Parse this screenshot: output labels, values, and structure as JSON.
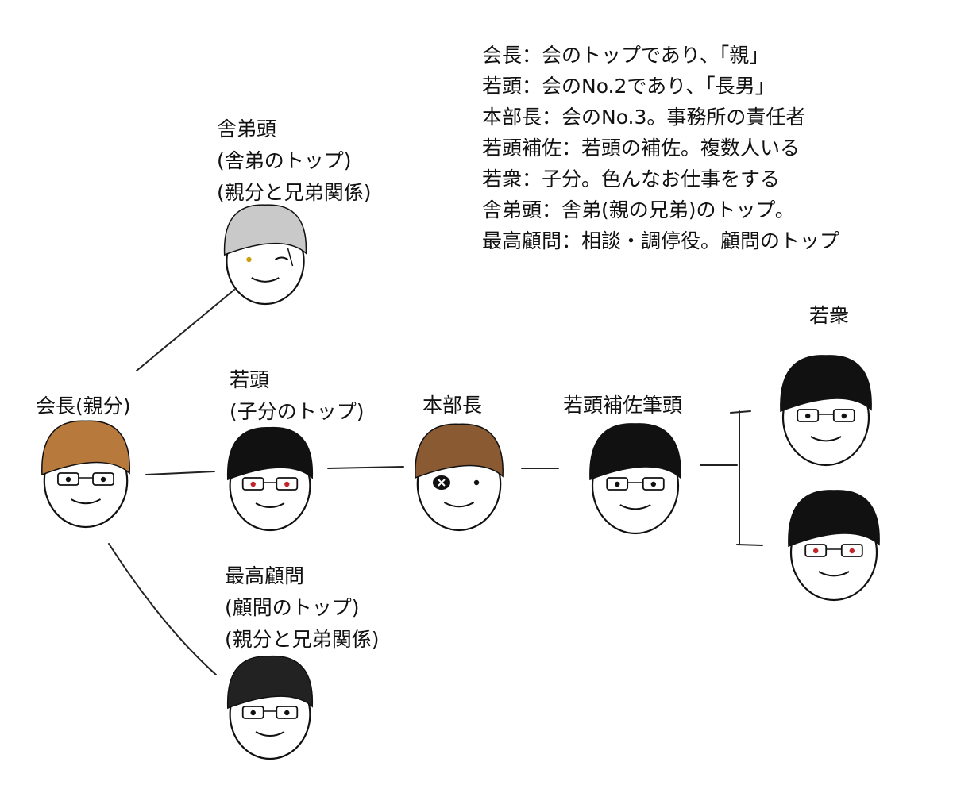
{
  "legend": [
    "会長：会のトップであり、「親」",
    "若頭：会のNo.2であり、「長男」",
    "本部長：会のNo.3。事務所の責任者",
    "若頭補佐：若頭の補佐。複数人いる",
    "若衆：子分。色んなお仕事をする",
    "舎弟頭：舎弟(親の兄弟)のトップ。",
    "最高顧問：相談・調停役。顧問のトップ"
  ],
  "nodes": {
    "kaicho": {
      "lines": [
        "会長(親分)"
      ],
      "hair": "#b8793d",
      "face": "glasses"
    },
    "shateigashira": {
      "lines": [
        "舎弟頭",
        "(舎弟のトップ)",
        "(親分と兄弟関係)"
      ],
      "hair": "#c9c9c9",
      "face": "scar"
    },
    "wakagashira": {
      "lines": [
        "若頭",
        "(子分のトップ)"
      ],
      "hair": "#111111",
      "face": "glasses-red"
    },
    "honbucho": {
      "lines": [
        "本部長"
      ],
      "hair": "#8a5a33",
      "face": "eyepatch"
    },
    "hosa": {
      "lines": [
        "若頭補佐筆頭"
      ],
      "hair": "#111111",
      "face": "glasses"
    },
    "komon": {
      "lines": [
        "最高顧問",
        "(顧問のトップ)",
        "(親分と兄弟関係)"
      ],
      "hair": "#222222",
      "face": "glasses"
    },
    "wakashu": {
      "lines": [
        "若衆"
      ]
    },
    "wakashu1": {
      "hair": "#111111",
      "face": "glasses"
    },
    "wakashu2": {
      "hair": "#111111",
      "face": "glasses-red"
    }
  }
}
